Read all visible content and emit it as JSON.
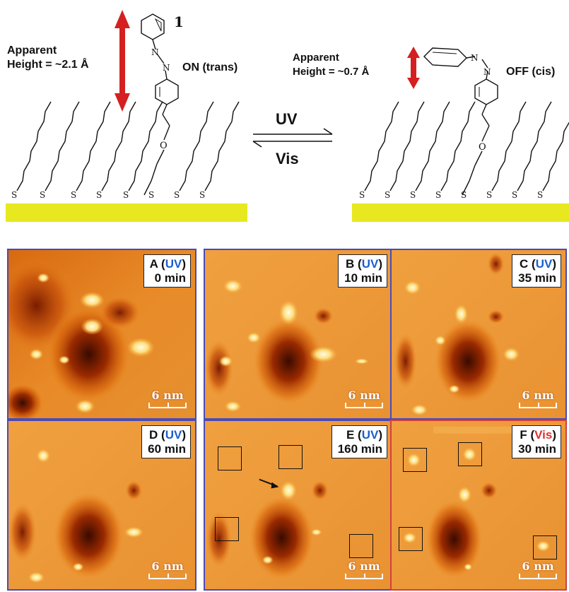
{
  "scheme": {
    "left": {
      "apparent_label": "Apparent",
      "height_label": "Height = ~2.1 Å",
      "state_label": "ON (trans)",
      "compound_number": "1"
    },
    "right": {
      "apparent_label": "Apparent",
      "height_label": "Height = ~0.7 Å",
      "state_label": "OFF (cis)"
    },
    "forward_label": "UV",
    "reverse_label": "Vis",
    "sulfur_symbol": "S",
    "nitrogen_symbol": "N",
    "oxygen_symbol": "O",
    "colors": {
      "arrow": "#d42020",
      "gold": "#e8e820",
      "uv_text": "#1a5fd0",
      "vis_text": "#e03030"
    }
  },
  "panels": [
    {
      "letter": "A",
      "mode": "UV",
      "time": "0 min",
      "scale": "6 nm"
    },
    {
      "letter": "B",
      "mode": "UV",
      "time": "10 min",
      "scale": "6 nm"
    },
    {
      "letter": "C",
      "mode": "UV",
      "time": "35 min",
      "scale": "6 nm"
    },
    {
      "letter": "D",
      "mode": "UV",
      "time": "60 min",
      "scale": "6 nm"
    },
    {
      "letter": "E",
      "mode": "UV",
      "time": "160 min",
      "scale": "6 nm"
    },
    {
      "letter": "F",
      "mode": "Vis",
      "time": "30 min",
      "scale": "6 nm"
    }
  ]
}
